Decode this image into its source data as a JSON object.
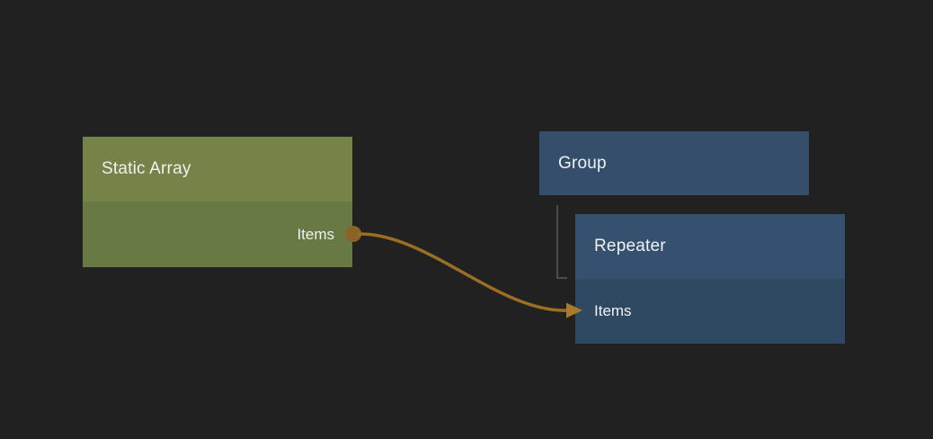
{
  "canvas": {
    "background_color": "#212121"
  },
  "nodes": {
    "static_array": {
      "title": "Static Array",
      "output_label": "Items",
      "header_color": "#758349",
      "body_color": "#697944",
      "port_color": "#8a6426"
    },
    "group": {
      "title": "Group",
      "header_color": "#354e6b"
    },
    "repeater": {
      "title": "Repeater",
      "input_label": "Items",
      "header_color": "#35516f",
      "body_color": "#2f4963"
    }
  },
  "connection": {
    "from_node": "Static Array",
    "from_port": "Items",
    "to_node": "Repeater",
    "to_port": "Items",
    "color": "#9c6e24"
  },
  "hierarchy_line": {
    "parent": "Group",
    "child": "Repeater",
    "color": "#4b4b4b"
  }
}
